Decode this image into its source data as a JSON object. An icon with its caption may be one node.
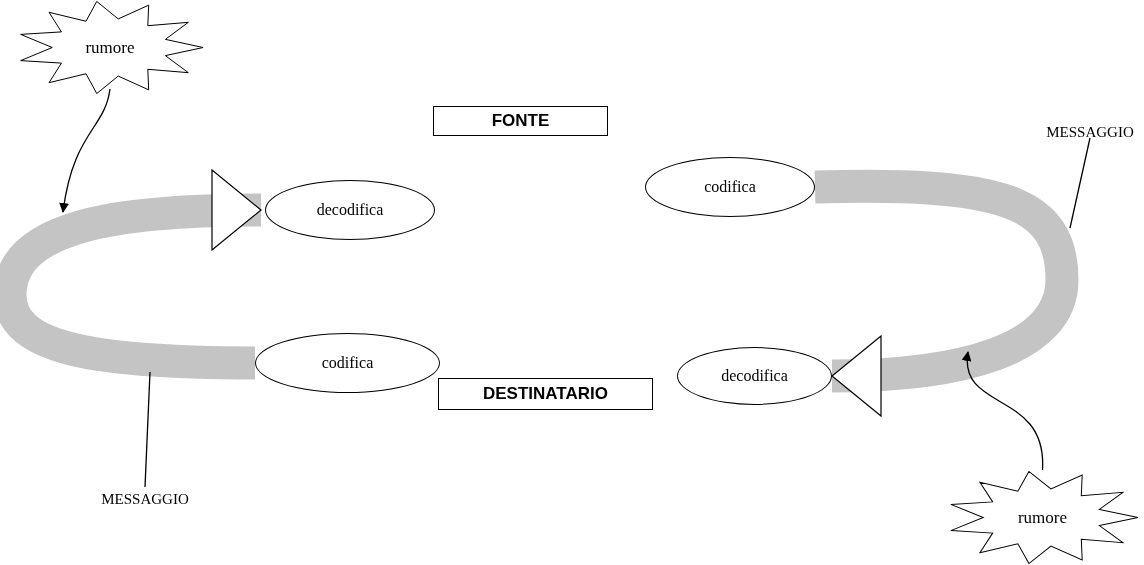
{
  "diagram": {
    "nodes": [
      {
        "text": [
          "rumore"
        ]
      },
      {
        "text": [
          "MESSAGGIO"
        ]
      },
      {
        "text": [
          "FONTE"
        ]
      },
      {
        "text": [
          "decodifica"
        ]
      },
      {
        "text": [
          "codifica"
        ]
      },
      {
        "text": [
          "codifica"
        ]
      },
      {
        "text": [
          "decodifica"
        ]
      },
      {
        "text": [
          "DESTINATARIO"
        ]
      },
      {
        "text": [
          "MESSAGGIO"
        ]
      },
      {
        "text": [
          "rumore"
        ]
      }
    ],
    "edges": [
      {
        "from": 0,
        "to": null,
        "arrow": "to"
      },
      {
        "from": 4,
        "to": 6,
        "arrow": "to",
        "style": "thick",
        "color": "#c4c4c4"
      },
      {
        "from": 5,
        "to": 3,
        "arrow": "to",
        "style": "thick",
        "color": "#c4c4c4"
      },
      {
        "from": 1,
        "to": null,
        "arrow": "none"
      },
      {
        "from": 8,
        "to": null,
        "arrow": "none"
      },
      {
        "from": 9,
        "to": null,
        "arrow": "to"
      }
    ]
  }
}
